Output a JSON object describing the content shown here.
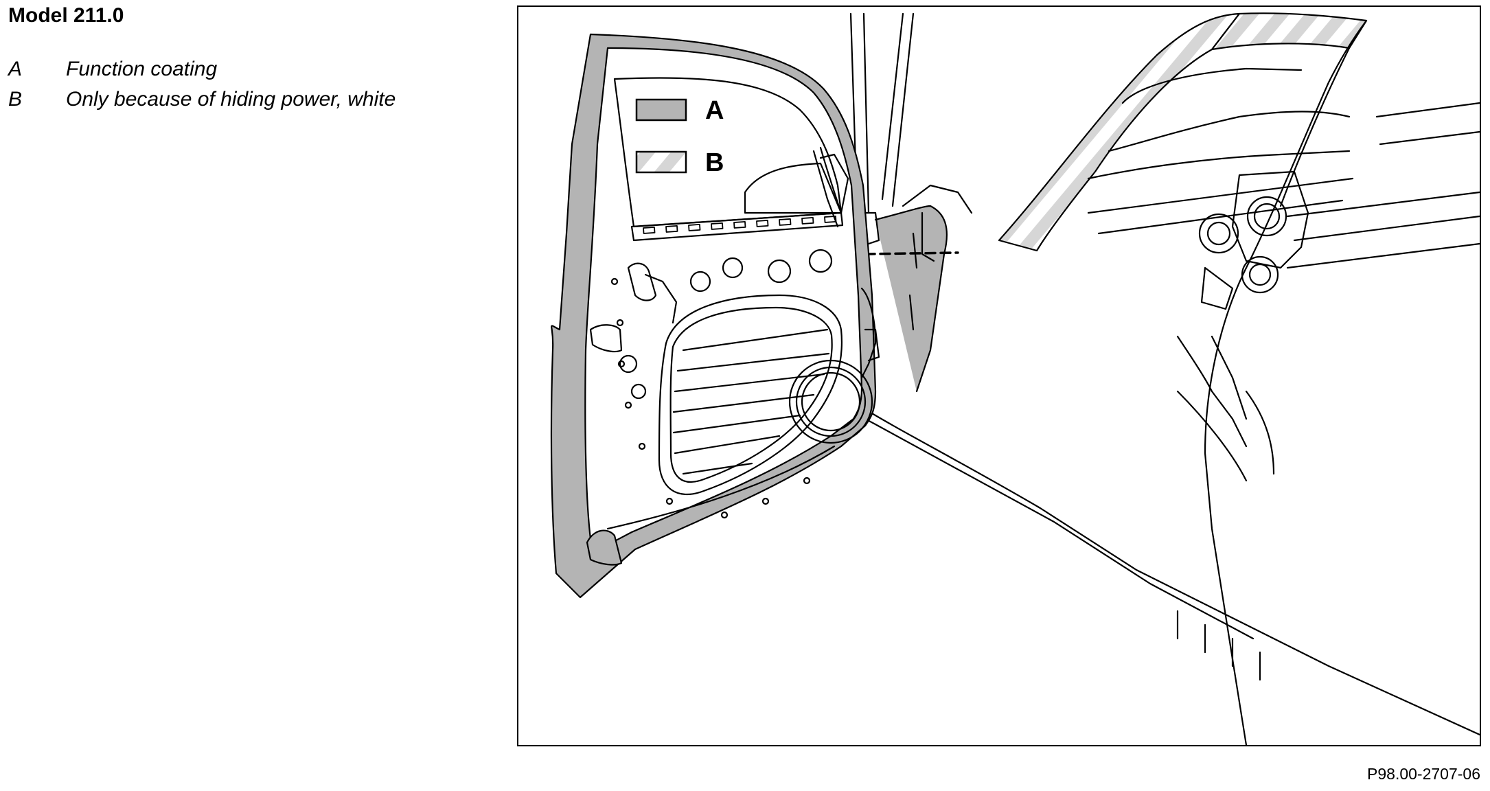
{
  "title": "Model 211.0",
  "legend": [
    {
      "key": "A",
      "text": "Function coating"
    },
    {
      "key": "B",
      "text": "Only because of hiding power, white"
    }
  ],
  "figure": {
    "swatch_labels": {
      "a": "A",
      "b": "B"
    },
    "colors": {
      "coating_fill": "#b4b4b4",
      "hatch_light": "#d6d6d6",
      "line": "#000000"
    }
  },
  "caption": "P98.00-2707-06"
}
